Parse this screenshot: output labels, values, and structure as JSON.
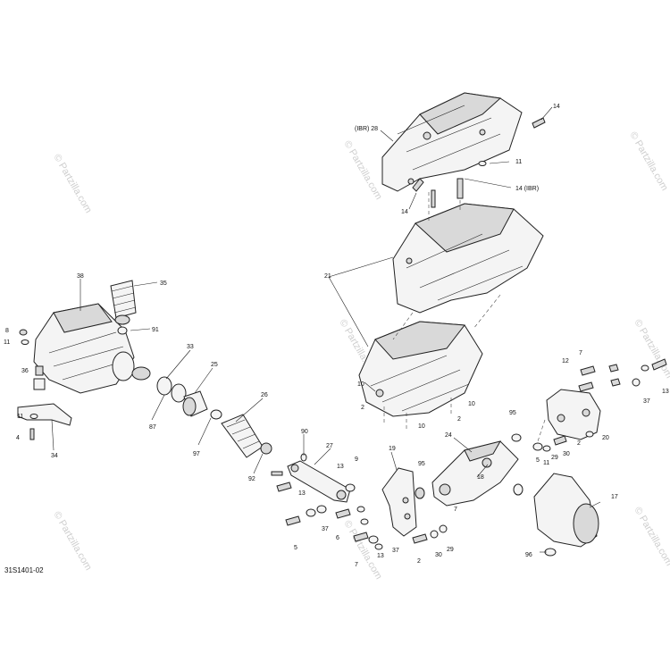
{
  "diagram": {
    "reference_code": "31S1401-02",
    "watermark": "© Partzilla.com",
    "callouts": [
      "(IBR) 28",
      "14",
      "11",
      "14 (IBR)",
      "14",
      "21",
      "35",
      "38",
      "8",
      "11",
      "91",
      "36",
      "33",
      "25",
      "26",
      "87",
      "97",
      "92",
      "11",
      "4",
      "34",
      "10",
      "2",
      "10",
      "10",
      "2",
      "90",
      "27",
      "13",
      "9",
      "5",
      "13",
      "37",
      "6",
      "7",
      "13",
      "37",
      "19",
      "95",
      "24",
      "18",
      "12",
      "7",
      "37",
      "13",
      "95",
      "2",
      "11",
      "29",
      "30",
      "20",
      "17",
      "96",
      "2",
      "30",
      "29",
      "7",
      "5"
    ]
  }
}
